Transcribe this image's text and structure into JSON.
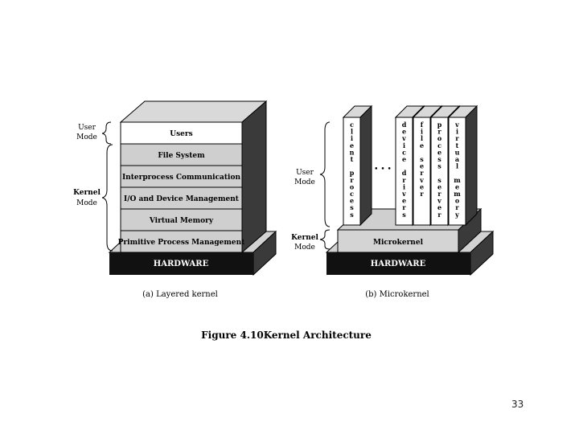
{
  "slide": {
    "page_number": "33"
  },
  "figure": {
    "caption_number": "Figure 4.10",
    "caption_title": "Kernel Architecture",
    "layered": {
      "subcaption": "(a) Layered kernel",
      "mode_user": [
        "User",
        "Mode"
      ],
      "mode_kernel": [
        "Kernel",
        "Mode"
      ],
      "layers": [
        "Users",
        "File System",
        "Interprocess Communication",
        "I/O and Device Management",
        "Virtual Memory",
        "Primitive Process Management"
      ],
      "hardware": "HARDWARE"
    },
    "micro": {
      "subcaption": "(b) Microkernel",
      "mode_user": [
        "User",
        "Mode"
      ],
      "mode_kernel": [
        "Kernel",
        "Mode"
      ],
      "columns": [
        [
          "c",
          "l",
          "i",
          "e",
          "n",
          "t",
          "",
          "p",
          "r",
          "o",
          "c",
          "e",
          "s",
          "s"
        ],
        [
          "d",
          "e",
          "v",
          "i",
          "c",
          "e",
          "",
          "d",
          "r",
          "i",
          "v",
          "e",
          "r",
          "s"
        ],
        [
          "f",
          "i",
          "l",
          "e",
          "",
          "s",
          "e",
          "r",
          "v",
          "e",
          "r"
        ],
        [
          "p",
          "r",
          "o",
          "c",
          "e",
          "s",
          "s",
          "",
          "s",
          "e",
          "r",
          "v",
          "e",
          "r"
        ],
        [
          "v",
          "i",
          "r",
          "t",
          "u",
          "a",
          "l",
          "",
          "m",
          "e",
          "m",
          "o",
          "r",
          "y"
        ]
      ],
      "ellipsis": "• • •",
      "microkernel": "Microkernel",
      "hardware": "HARDWARE"
    }
  },
  "colors": {
    "hardware": "#111111",
    "side_shade": "#3a3a3a",
    "top_shade": "#d2d2d2",
    "layer_fill": "#cfcfcf",
    "users_fill": "#ffffff",
    "microkernel_fill": "#d4d4d4",
    "line": "#000000"
  }
}
